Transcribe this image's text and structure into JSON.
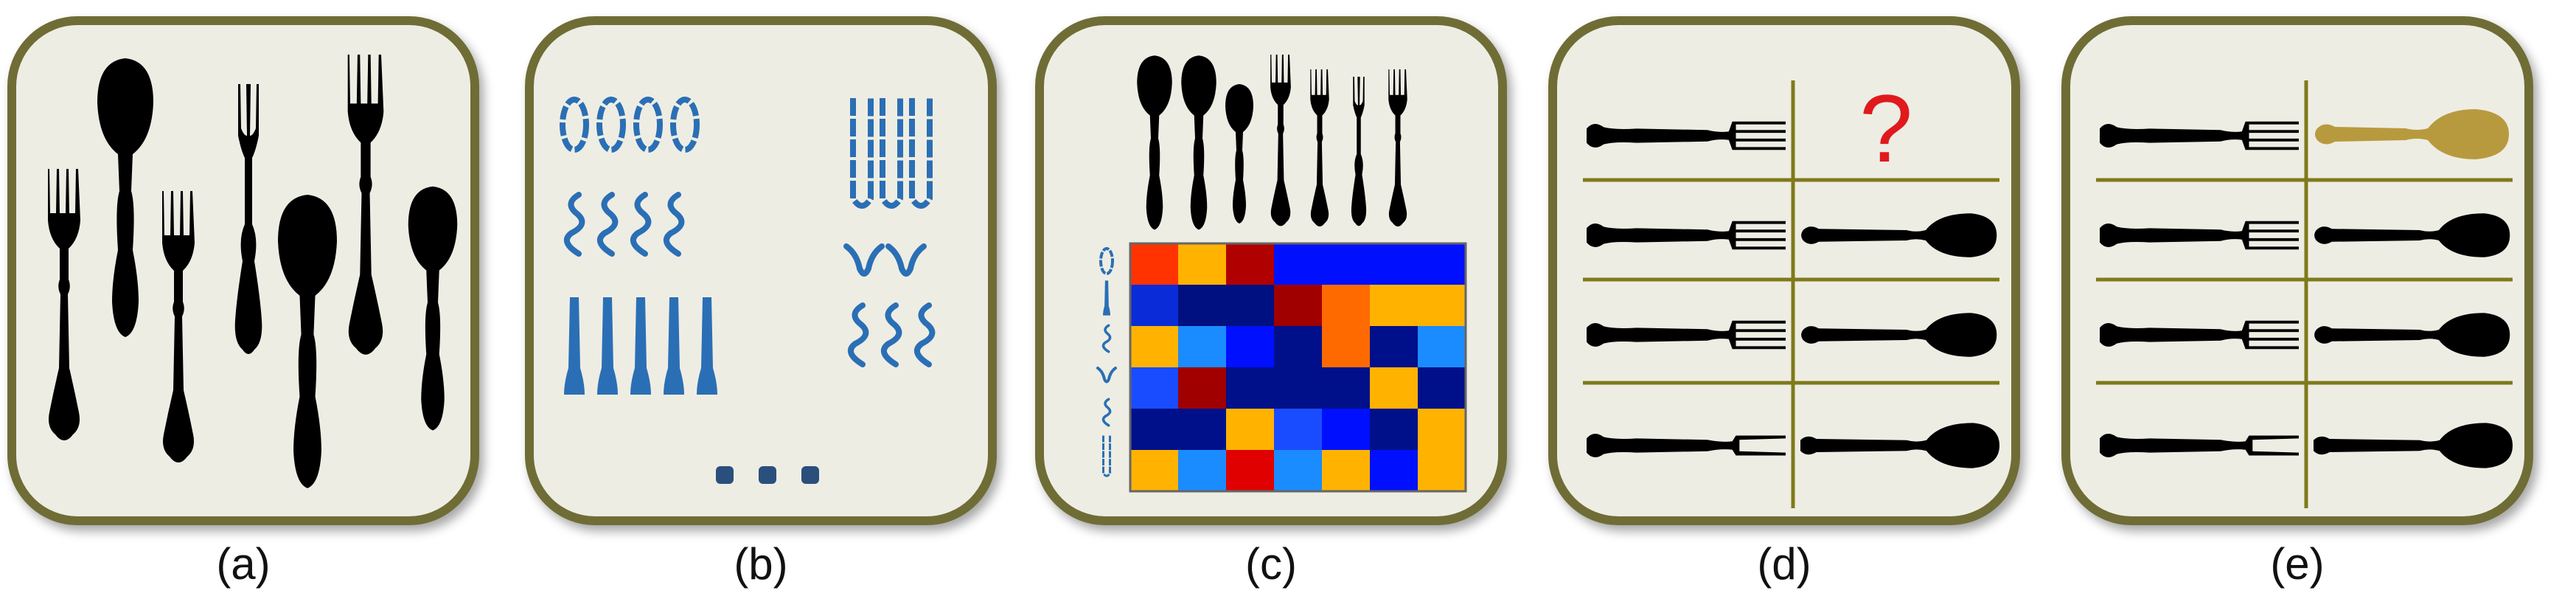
{
  "panels": [
    {
      "id": "a",
      "caption": "(a)"
    },
    {
      "id": "b",
      "caption": "(b)"
    },
    {
      "id": "c",
      "caption": "(c)"
    },
    {
      "id": "d",
      "caption": "(d)",
      "question_mark": "?"
    },
    {
      "id": "e",
      "caption": "(e)"
    }
  ],
  "colors": {
    "border": "#6f6d35",
    "panel_bg": "#eeede4",
    "silhouette": "#000000",
    "part_blue": "#2a6fb5",
    "grid_line": "#7f7a1a",
    "highlight_gold": "#b89a3e",
    "question": "#e0191c"
  },
  "heatmap": {
    "rows": 6,
    "cols": 7,
    "cells": [
      [
        "#ff3300",
        "#ffb300",
        "#b00000",
        "#0010ff",
        "#0010ff",
        "#0010ff",
        "#0010ff"
      ],
      [
        "#0a2bd8",
        "#001080",
        "#001080",
        "#a00000",
        "#ff6a00",
        "#ffb300",
        "#ffb300"
      ],
      [
        "#ffb300",
        "#1a8cff",
        "#0010ff",
        "#00108a",
        "#ff6a00",
        "#00108a",
        "#1a8cff"
      ],
      [
        "#1a4cff",
        "#a00000",
        "#00108a",
        "#00108a",
        "#00108a",
        "#ffb300",
        "#00108a"
      ],
      [
        "#00108a",
        "#00108a",
        "#ffb300",
        "#1a4cff",
        "#0010ff",
        "#00108a",
        "#ffb300"
      ],
      [
        "#ffb300",
        "#1a8cff",
        "#e00000",
        "#1a8cff",
        "#ffb300",
        "#0010ff",
        "#ffb300"
      ]
    ]
  }
}
